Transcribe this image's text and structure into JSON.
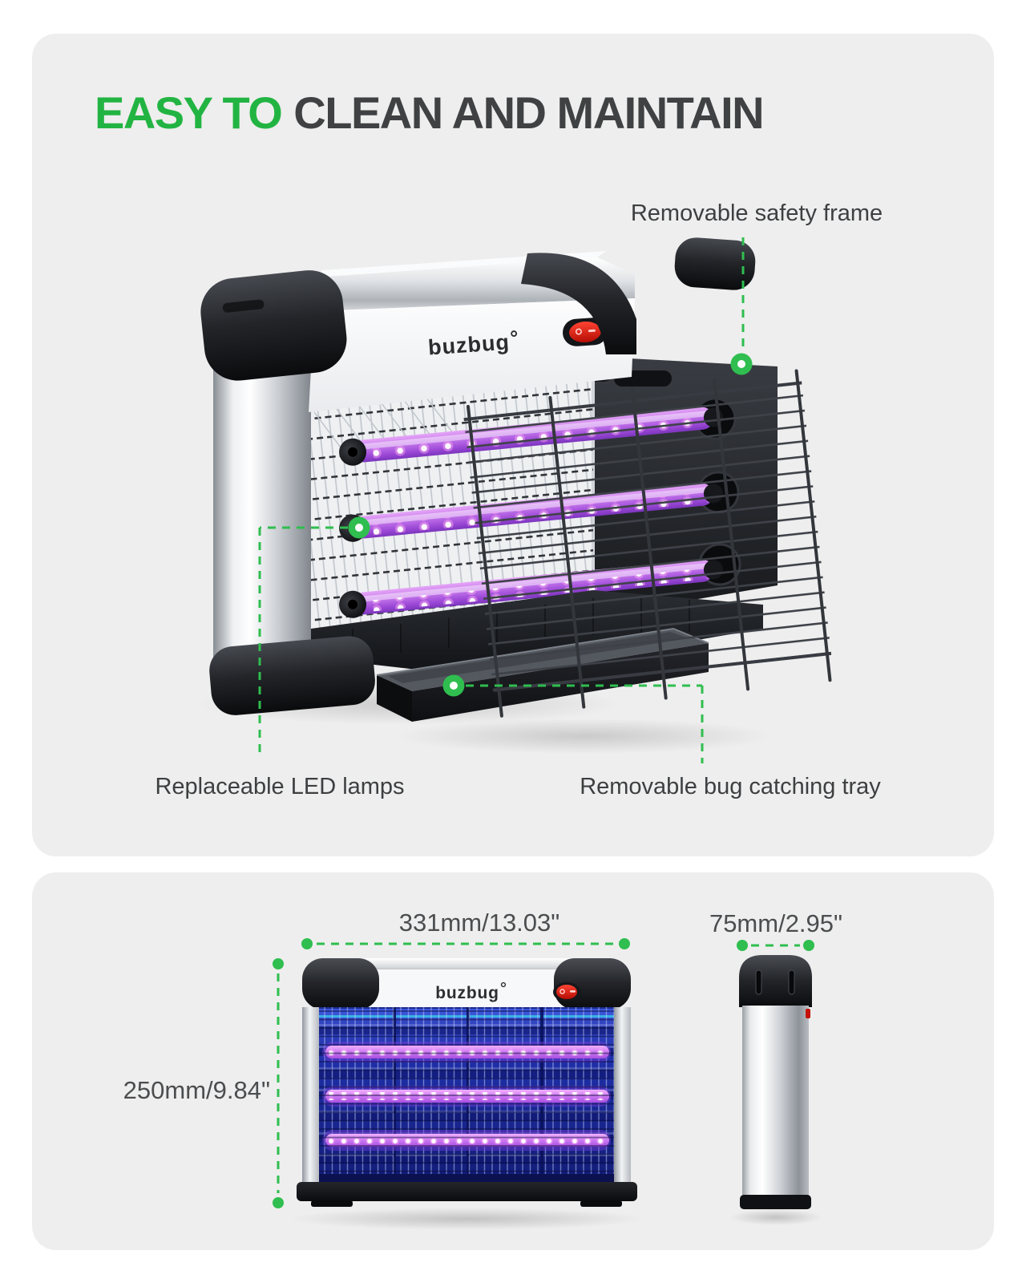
{
  "headline": {
    "highlight": "EASY TO",
    "rest": "CLEAN AND MAINTAIN"
  },
  "brand": {
    "logo": "buzbug"
  },
  "feature_card": {
    "annotations": {
      "safety_frame": "Removable safety frame",
      "led_lamps": "Replaceable LED lamps",
      "tray": "Removable bug catching tray"
    }
  },
  "dimensions_card": {
    "width": "331mm/13.03\"",
    "height": "250mm/9.84\"",
    "depth": "75mm/2.95\""
  },
  "colors": {
    "accent_green": "#22b442",
    "leader_green": "#2fbe4f",
    "headline_dark": "#3f4142",
    "label_gray": "#3d3f41",
    "card_background": "#eeeeee",
    "switch_red": "#e3170e",
    "uv_purple": "#b55ce4"
  }
}
